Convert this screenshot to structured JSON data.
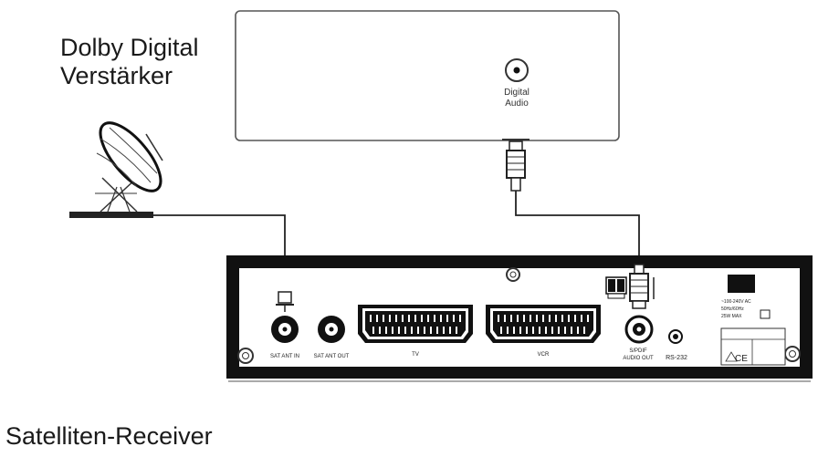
{
  "amplifier": {
    "title_line1": "Dolby Digital",
    "title_line2": "Verstärker",
    "jack_label_line1": "Digital",
    "jack_label_line2": "Audio"
  },
  "receiver": {
    "title": "Satelliten-Receiver",
    "port_sat_in": "SAT ANT IN",
    "port_sat_out": "SAT ANT OUT",
    "scart_tv": "TV",
    "scart_vcr": "VCR",
    "audio_out_line1": "S/PDIF",
    "audio_out_line2": "AUDIO OUT",
    "rs232": "RS-232",
    "power_line1": "~100-240V AC",
    "power_line2": "50Hz/60Hz",
    "power_line3": "25W MAX",
    "ce_mark": "CE"
  }
}
